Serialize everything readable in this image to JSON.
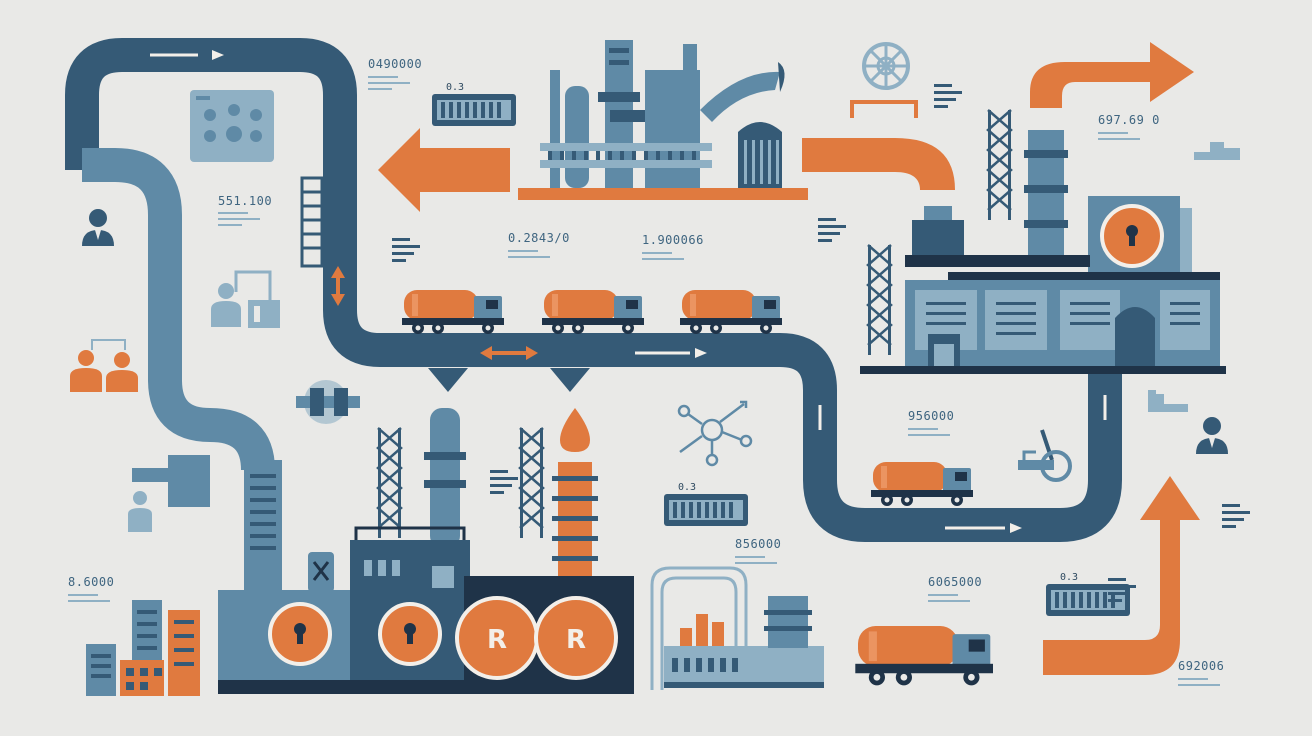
{
  "colors": {
    "background": "#e9e9e7",
    "navy": "#355a76",
    "dark": "#1f3348",
    "steel": "#5f8aa6",
    "light_steel": "#8fb0c4",
    "orange": "#e07a3f",
    "cream": "#f3efe9"
  },
  "readouts": {
    "r1": "0490000",
    "r2": "551.100",
    "r3": "0.2843/0",
    "r4": "1.900066",
    "r5": "697.69 0",
    "r6": "956000",
    "r7": "856000",
    "r8": "8.6000",
    "r9": "6065000",
    "r10": "692006"
  },
  "crate_tags": {
    "c1": "0.3",
    "c2": "0.3",
    "c3": "0.3"
  },
  "tank_letters": {
    "t1": "R",
    "t2": "R"
  },
  "icons": [
    "businessman-icon",
    "worker-at-machine-icon",
    "team-icon",
    "worker-icon",
    "network-node-icon",
    "gear-wheel-icon",
    "chart-panel-icon",
    "pipe-valve-icon",
    "tanker-truck-icon",
    "lock-keyhole-icon"
  ]
}
